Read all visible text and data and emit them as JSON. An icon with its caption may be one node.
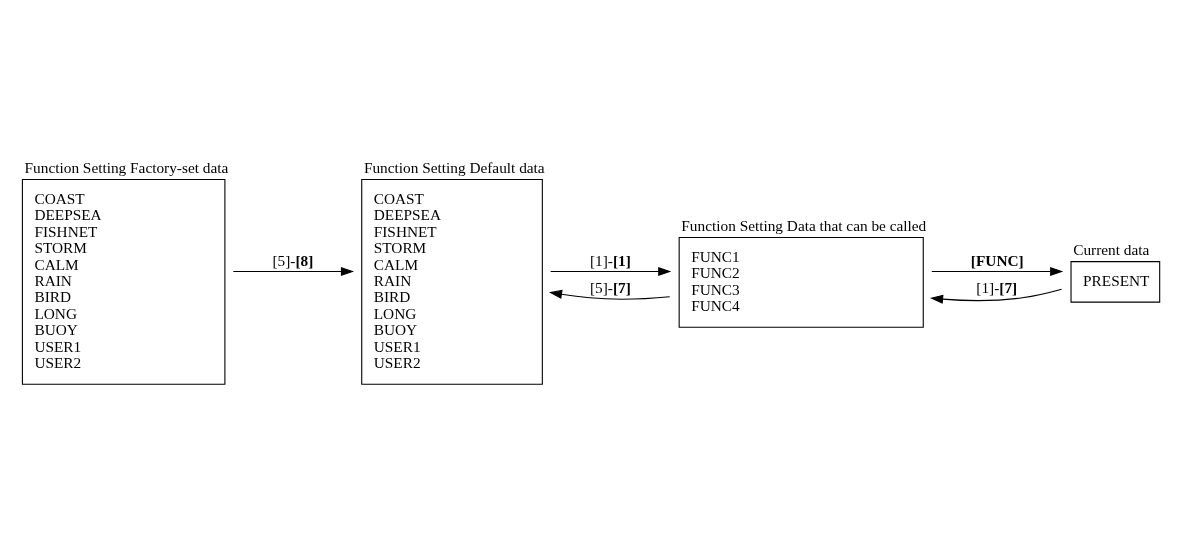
{
  "diagram": {
    "nodes": [
      {
        "text": [
          "Function Setting Factory-set data",
          "COAST",
          "DEEPSEA",
          "FISHNET",
          "STORM",
          "CALM",
          "RAIN",
          "BIRD",
          "LONG",
          "BUOY",
          "USER1",
          "USER2"
        ]
      },
      {
        "text": [
          "Function Setting Default data",
          "COAST",
          "DEEPSEA",
          "FISHNET",
          "STORM",
          "CALM",
          "RAIN",
          "BIRD",
          "LONG",
          "BUOY",
          "USER1",
          "USER2"
        ]
      },
      {
        "text": [
          "Function Setting Data that can be called",
          "FUNC1",
          "FUNC2",
          "FUNC3",
          "FUNC4"
        ]
      },
      {
        "text": [
          "Current data",
          "PRESENT"
        ]
      }
    ],
    "edges": [
      {
        "from": 0,
        "to": 1,
        "arrow": "to",
        "label": "[5]-**[8]**"
      },
      {
        "from": 1,
        "to": 2,
        "arrow": "to",
        "label": "[1]-**[1]**"
      },
      {
        "from": 2,
        "to": 3,
        "arrow": "to",
        "label": "**[FUNC]**"
      },
      {
        "from": 3,
        "to": 2,
        "arrow": "to",
        "label": "[1]-**[7]**"
      },
      {
        "from": 2,
        "to": 1,
        "arrow": "to",
        "label": "[5]-**[7]**"
      }
    ]
  }
}
